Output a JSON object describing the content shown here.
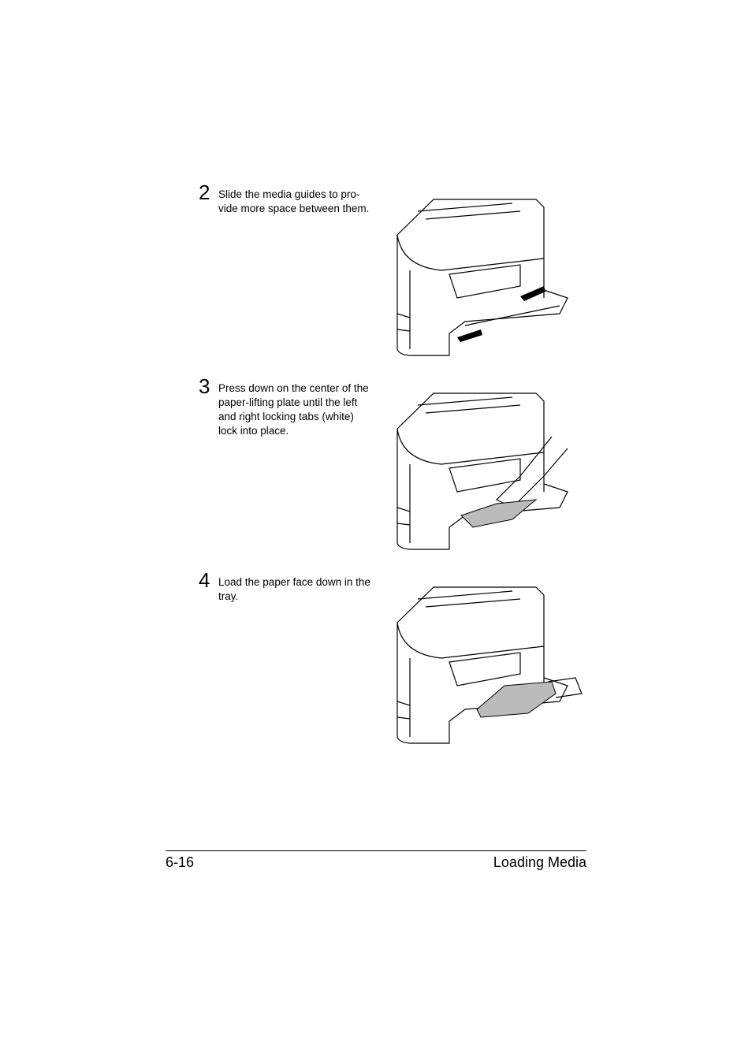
{
  "steps": [
    {
      "number": "2",
      "lines": [
        "Slide the media guides to pro-",
        "vide more space between them."
      ],
      "illustration_icon": "printer-media-guides-illustration"
    },
    {
      "number": "3",
      "lines": [
        "Press down on the center of the",
        "paper-lifting plate until the left",
        "and right locking tabs (white)",
        "lock into place."
      ],
      "illustration_icon": "printer-lifting-plate-illustration"
    },
    {
      "number": "4",
      "lines": [
        "Load the paper face down in the",
        "tray."
      ],
      "illustration_icon": "printer-load-paper-illustration"
    }
  ],
  "footer": {
    "page_number": "6-16",
    "section_title": "Loading Media"
  }
}
